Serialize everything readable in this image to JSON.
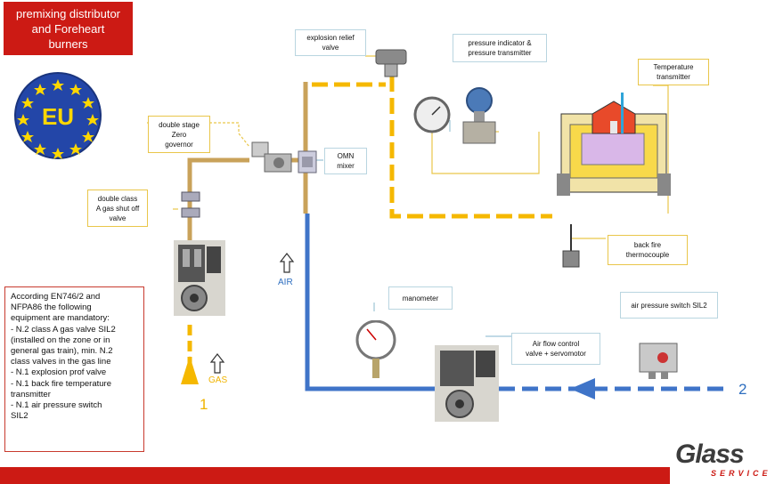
{
  "title": "premixing distributor\nand Foreheart\nburners",
  "eu_badge": "EU",
  "labels": {
    "explosion_relief": "explosion relief\nvalve",
    "pressure_indicator": "pressure indicator &\npressure transmitter",
    "temperature_transmitter": "Temperature\ntransmitter",
    "double_stage": "double stage\nZero\ngovernor",
    "omn_mixer": "OMN\nmixer",
    "double_class": "double class\nA gas shut off\nvalve",
    "back_fire": "back fire\nthermocouple",
    "manometer": "manometer",
    "air_pressure_switch": "air pressure switch SIL2",
    "air_flow_control": "Air flow control\nvalve + servomotor"
  },
  "flow": {
    "air_label": "AIR",
    "gas_label": "GAS",
    "gas_number": "1",
    "air_number": "2"
  },
  "notes": [
    "According EN746/2 and",
    "NFPA86 the following",
    "equipment are mandatory:",
    "- N.2 class A gas valve SIL2",
    "(installed on the zone or in",
    "general gas train), min. N.2",
    "class valves in the gas line",
    "- N.1 explosion prof valve",
    "- N.1 back fire temperature",
    "transmitter",
    "- N.1 air pressure switch",
    "SIL2"
  ],
  "logo": {
    "main": "Glass",
    "sub": "SERVICE"
  },
  "colors": {
    "gas_yellow": "#f5b800",
    "air_blue": "#3f74c8",
    "brand_red": "#cc1a14",
    "pipe_tan": "#c9a25a"
  }
}
